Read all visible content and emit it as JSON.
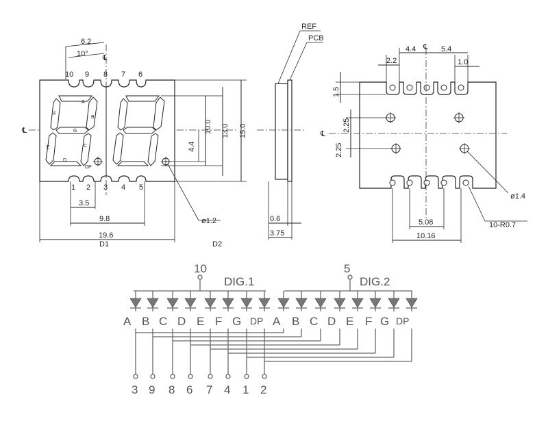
{
  "front_view": {
    "dims": {
      "overall_width_top": "6.2",
      "pitch_top": "10°",
      "segment_height": "10.0",
      "body_height_inner": "13.0",
      "body_height": "15.0",
      "dp_offset": "4.4",
      "pin_pitch": "3.5",
      "pin_span": "9.8",
      "overall_width": "19.6",
      "dp_diameter": "ø1.2"
    },
    "top_pins": [
      "10",
      "9",
      "8",
      "7",
      "6"
    ],
    "bottom_pins": [
      "1",
      "2",
      "3",
      "4",
      "5"
    ],
    "segment_labels": [
      "A",
      "B",
      "C",
      "D",
      "E",
      "F",
      "G",
      "DP"
    ],
    "label": "D1",
    "centerline": "℄"
  },
  "side_view": {
    "callouts": [
      "REF",
      "PCB"
    ],
    "dims": {
      "pcb_thickness": "0.6",
      "depth": "3.75"
    },
    "label": "D2"
  },
  "bottom_view": {
    "dims": {
      "left_offset": "2.2",
      "center_left": "4.4",
      "center_right": "5.4",
      "right_offset": "1.0",
      "top_height": "1.5",
      "hole_offset_1": "2.25",
      "hole_offset_2": "2.25",
      "hole_diameter": "ø1.4",
      "pin_span_inner": "5.08",
      "pin_span_outer": "10.16",
      "pin_radius": "10-R0.7"
    },
    "centerline": "℄"
  },
  "schematic": {
    "digit1_label": "DIG.1",
    "digit2_label": "DIG.2",
    "digit1_common_pin": "10",
    "digit2_common_pin": "5",
    "digit1_segments": [
      "A",
      "B",
      "C",
      "D",
      "E",
      "F",
      "G",
      "DP"
    ],
    "digit2_segments": [
      "A",
      "B",
      "C",
      "D",
      "E",
      "F",
      "G",
      "DP"
    ],
    "bottom_pins": [
      "3",
      "9",
      "8",
      "6",
      "7",
      "4",
      "1",
      "2"
    ]
  }
}
